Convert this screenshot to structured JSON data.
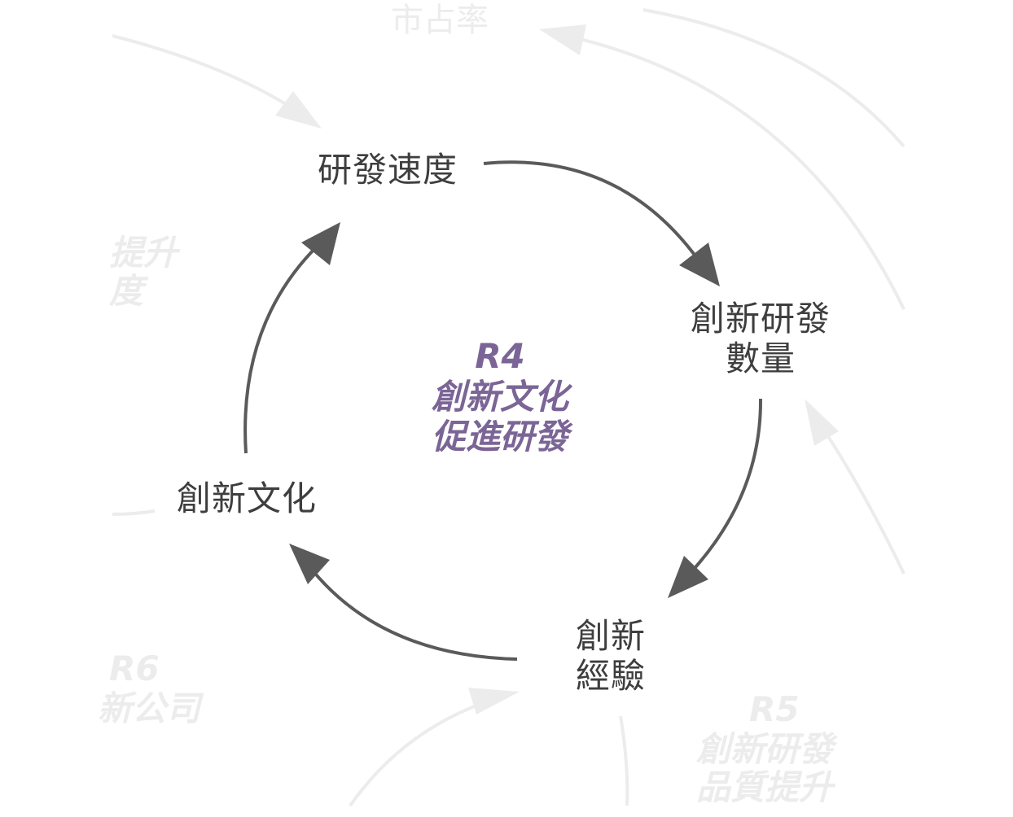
{
  "loop": {
    "id": "R4",
    "title_lines": [
      "創新文化",
      "促進研發"
    ],
    "color": "#7b6596"
  },
  "nodes": {
    "rd_speed": [
      "研發速度"
    ],
    "innovation_rd_count": [
      "創新研發",
      "數量"
    ],
    "innovation_experience": [
      "創新",
      "經驗"
    ],
    "innovation_culture": [
      "創新文化"
    ]
  },
  "background_loops": {
    "r5": {
      "id": "R5",
      "title_lines": [
        "創新研發",
        "品質提升"
      ]
    },
    "r6": {
      "id": "R6",
      "title_lines": [
        "新公司"
      ]
    },
    "left_partial": [
      "提升",
      "度"
    ],
    "top_partial": "市占率"
  },
  "colors": {
    "main_text": "#3e3e3e",
    "main_arrow": "#5a5a5a",
    "faded": "#ececec"
  }
}
